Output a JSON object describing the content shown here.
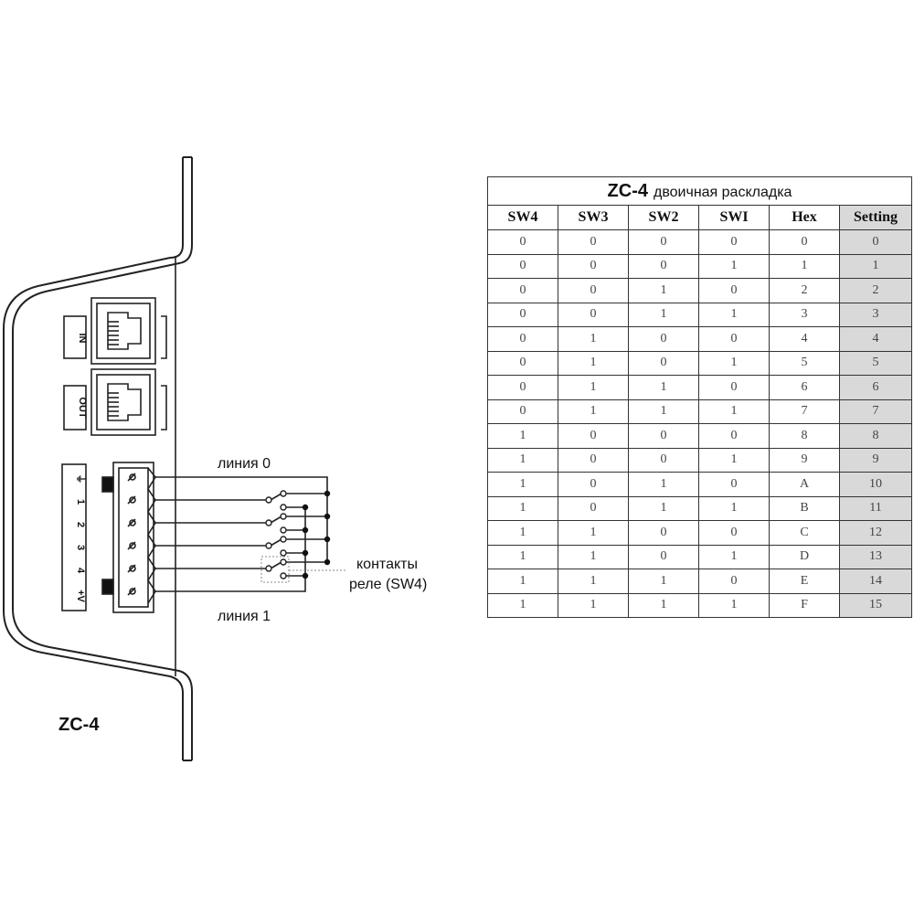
{
  "device": {
    "model": "ZC-4",
    "port_in": "IN",
    "port_out": "OUT",
    "terminals": [
      "⏚",
      "1",
      "2",
      "3",
      "4",
      "+V"
    ],
    "label_line0": "линия 0",
    "label_line1": "линия 1",
    "label_relay_1": "контакты",
    "label_relay_2": "реле (SW4)"
  },
  "table": {
    "title_main": "ZC-4",
    "title_sub": "двоичная раскладка",
    "headers": [
      "SW4",
      "SW3",
      "SW2",
      "SWI",
      "Hex",
      "Setting"
    ],
    "rows": [
      [
        "0",
        "0",
        "0",
        "0",
        "0",
        "0"
      ],
      [
        "0",
        "0",
        "0",
        "1",
        "1",
        "1"
      ],
      [
        "0",
        "0",
        "1",
        "0",
        "2",
        "2"
      ],
      [
        "0",
        "0",
        "1",
        "1",
        "3",
        "3"
      ],
      [
        "0",
        "1",
        "0",
        "0",
        "4",
        "4"
      ],
      [
        "0",
        "1",
        "0",
        "1",
        "5",
        "5"
      ],
      [
        "0",
        "1",
        "1",
        "0",
        "6",
        "6"
      ],
      [
        "0",
        "1",
        "1",
        "1",
        "7",
        "7"
      ],
      [
        "1",
        "0",
        "0",
        "0",
        "8",
        "8"
      ],
      [
        "1",
        "0",
        "0",
        "1",
        "9",
        "9"
      ],
      [
        "1",
        "0",
        "1",
        "0",
        "A",
        "10"
      ],
      [
        "1",
        "0",
        "1",
        "1",
        "B",
        "11"
      ],
      [
        "1",
        "1",
        "0",
        "0",
        "C",
        "12"
      ],
      [
        "1",
        "1",
        "0",
        "1",
        "D",
        "13"
      ],
      [
        "1",
        "1",
        "1",
        "0",
        "E",
        "14"
      ],
      [
        "1",
        "1",
        "1",
        "1",
        "F",
        "15"
      ]
    ]
  },
  "colors": {
    "line": "#222222",
    "setting_bg": "#d9d9d9",
    "dashed": "#888888"
  }
}
